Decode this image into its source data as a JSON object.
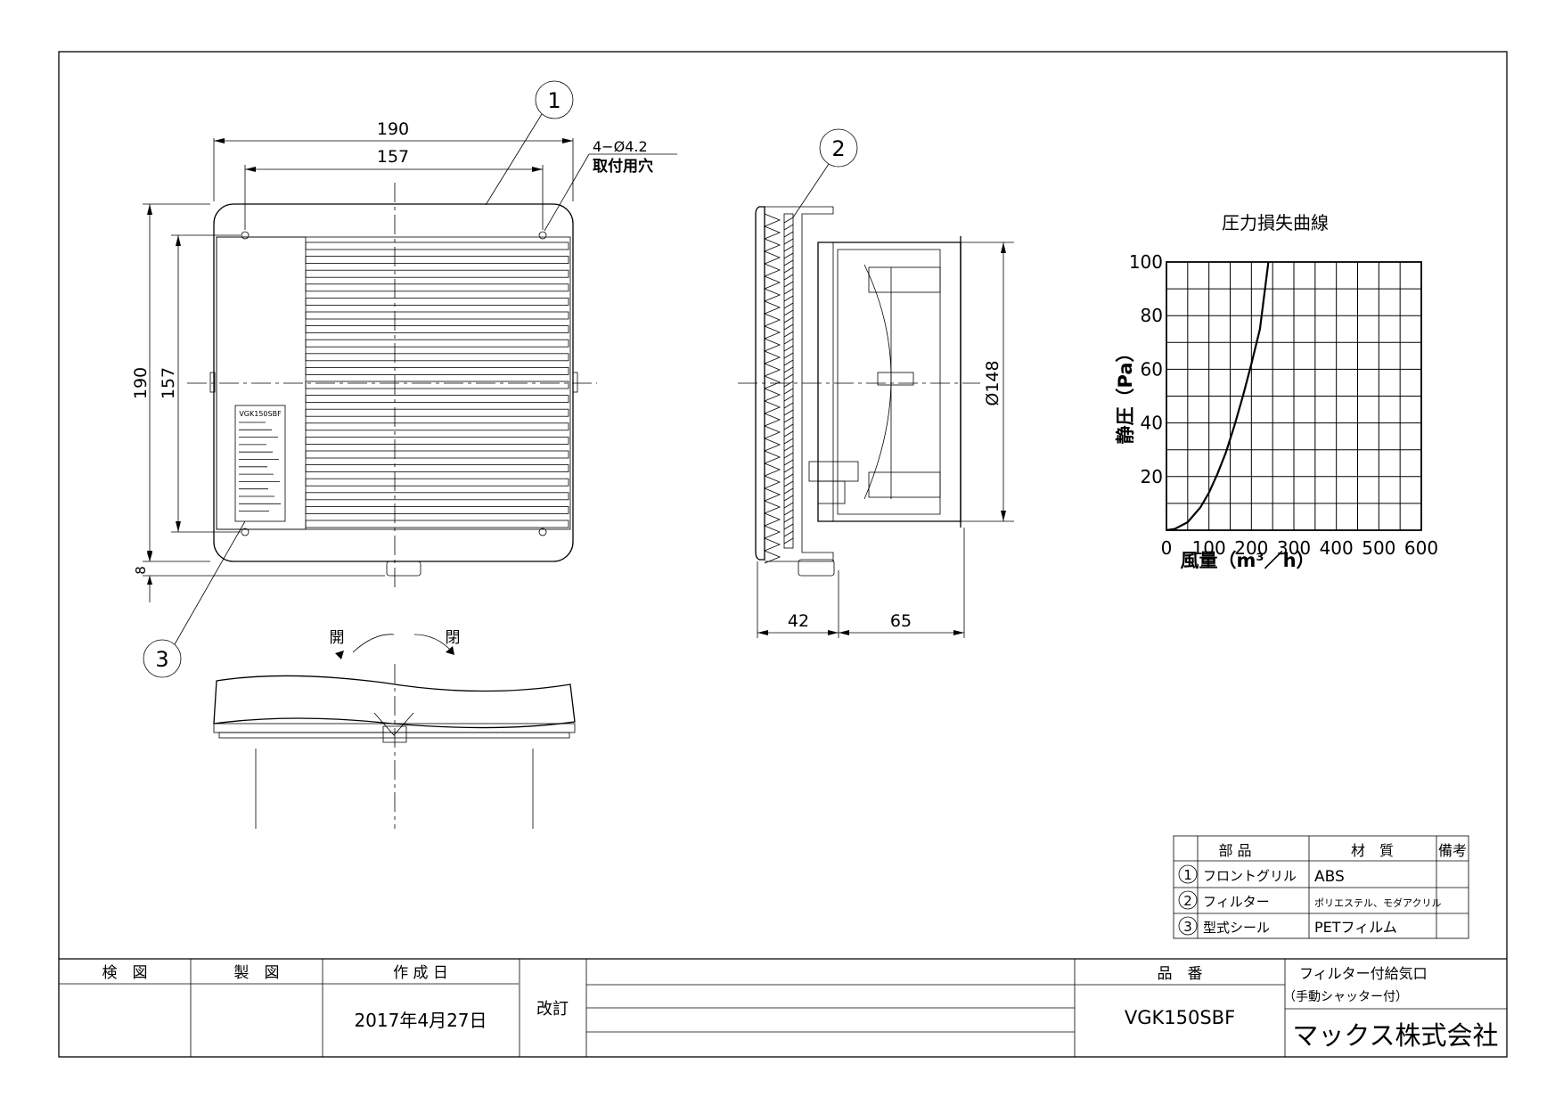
{
  "front_view": {
    "dim_width_outer": "190",
    "dim_width_inner": "157",
    "dim_height_outer": "190",
    "dim_height_inner": "157",
    "dim_bottom": "8",
    "hole_note_1": "4−Ø4.2",
    "hole_note_2": "取付用穴",
    "callout_front": "1",
    "callout_label": "3",
    "label_text": "VGK150SBF"
  },
  "side_view": {
    "callout_filter": "2",
    "dim_diameter": "Ø148",
    "dim_depth_1": "42",
    "dim_depth_2": "65"
  },
  "shutter_view": {
    "open_label": "開",
    "close_label": "閉"
  },
  "chart_data": {
    "type": "line",
    "title": "圧力損失曲線",
    "xlabel": "風量（m³／h）",
    "ylabel": "静圧（Pa）",
    "xlim": [
      0,
      600
    ],
    "ylim": [
      0,
      100
    ],
    "x_ticks": [
      "0",
      "100",
      "200",
      "300",
      "400",
      "500",
      "600"
    ],
    "y_ticks": [
      "20",
      "40",
      "60",
      "80",
      "100"
    ],
    "grid": true,
    "series": [
      {
        "x": [
          0,
          20,
          50,
          80,
          100,
          120,
          140,
          160,
          180,
          200,
          220,
          240
        ],
        "y": [
          0,
          0.5,
          3,
          8.5,
          14,
          21,
          29,
          39,
          50,
          62,
          75,
          100
        ]
      }
    ]
  },
  "parts_table": {
    "headers": [
      "部 品",
      "材　質",
      "備考"
    ],
    "rows": [
      {
        "no": "1",
        "part": "フロントグリル",
        "material": "ABS"
      },
      {
        "no": "2",
        "part": "フィルター",
        "material": "ポリエステル、モダアクリル"
      },
      {
        "no": "3",
        "part": "型式シール",
        "material": "PETフィルム"
      }
    ]
  },
  "title_block": {
    "check_label": "検　図",
    "draw_label": "製　図",
    "date_label": "作 成 日",
    "date_value": "2017年4月27日",
    "revision_label": "改訂",
    "part_no_label": "品　番",
    "part_no_value": "VGK150SBF",
    "product_name": "フィルター付給気口",
    "product_sub": "（手動シャッター付）",
    "company": "マックス株式会社"
  }
}
